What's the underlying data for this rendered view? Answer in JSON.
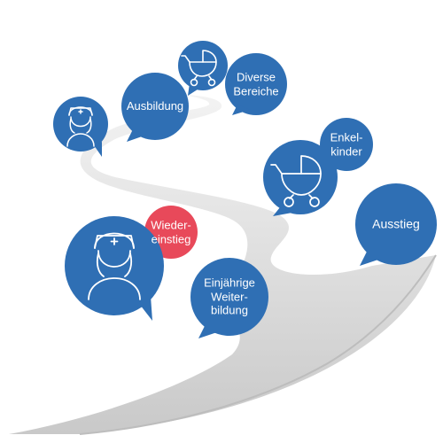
{
  "colors": {
    "bubble_blue": "#2f6fb4",
    "accent_red": "#e8495a",
    "road_light": "#eeeeee",
    "road_mid": "#d6d6d6",
    "road_edge": "#bdbdbd",
    "icon_stroke": "#ffffff"
  },
  "labels": {
    "diverse_bereiche": "Diverse\nBereiche",
    "ausbildung": "Ausbildung",
    "enkelkinder": "Enkel-\nkinder",
    "ausstieg": "Ausstieg",
    "wiedereinstieg": "Wieder-\neinstieg",
    "weiterbildung": "Einjährige\nWeiter-\nbildung"
  },
  "icons": [
    "stroller-icon",
    "nurse-icon",
    "stroller-icon",
    "nurse-icon"
  ]
}
